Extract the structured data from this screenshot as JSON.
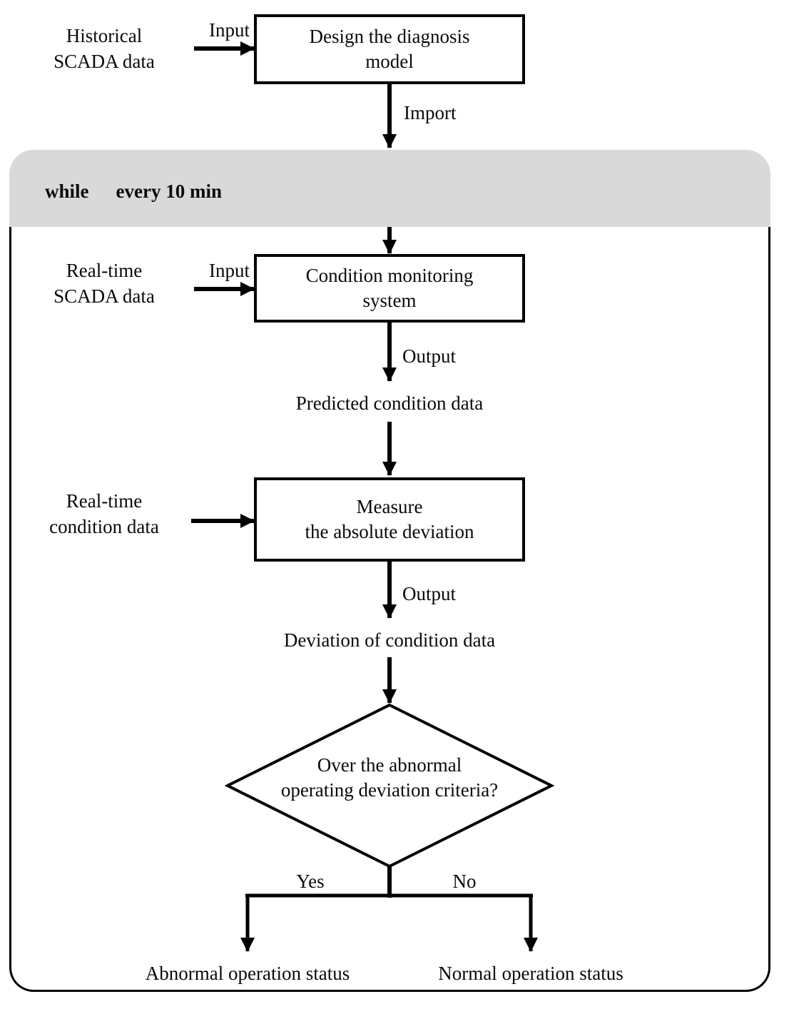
{
  "colors": {
    "loop_header_gray": "#d9d9d9",
    "line_black": "#000000",
    "background_white": "#ffffff"
  },
  "flowchart": {
    "historical_data_label": "Historical\nSCADA data",
    "input_label_top": "Input",
    "design_box": "Design the diagnosis\nmodel",
    "import_label": "Import",
    "while_keyword": "while",
    "while_condition": "every 10 min",
    "realtime_scada_label": "Real-time\nSCADA data",
    "input_label_loop": "Input",
    "monitoring_box": "Condition monitoring\nsystem",
    "output_label_monitoring": "Output",
    "predicted_label": "Predicted condition data",
    "realtime_condition_label": "Real-time\ncondition data",
    "measure_box": "Measure\nthe absolute deviation",
    "output_label_measure": "Output",
    "deviation_label": "Deviation of condition data",
    "decision_text": "Over the abnormal\noperating deviation criteria?",
    "yes_label": "Yes",
    "no_label": "No",
    "abnormal_result": "Abnormal operation status",
    "normal_result": "Normal operation status"
  }
}
